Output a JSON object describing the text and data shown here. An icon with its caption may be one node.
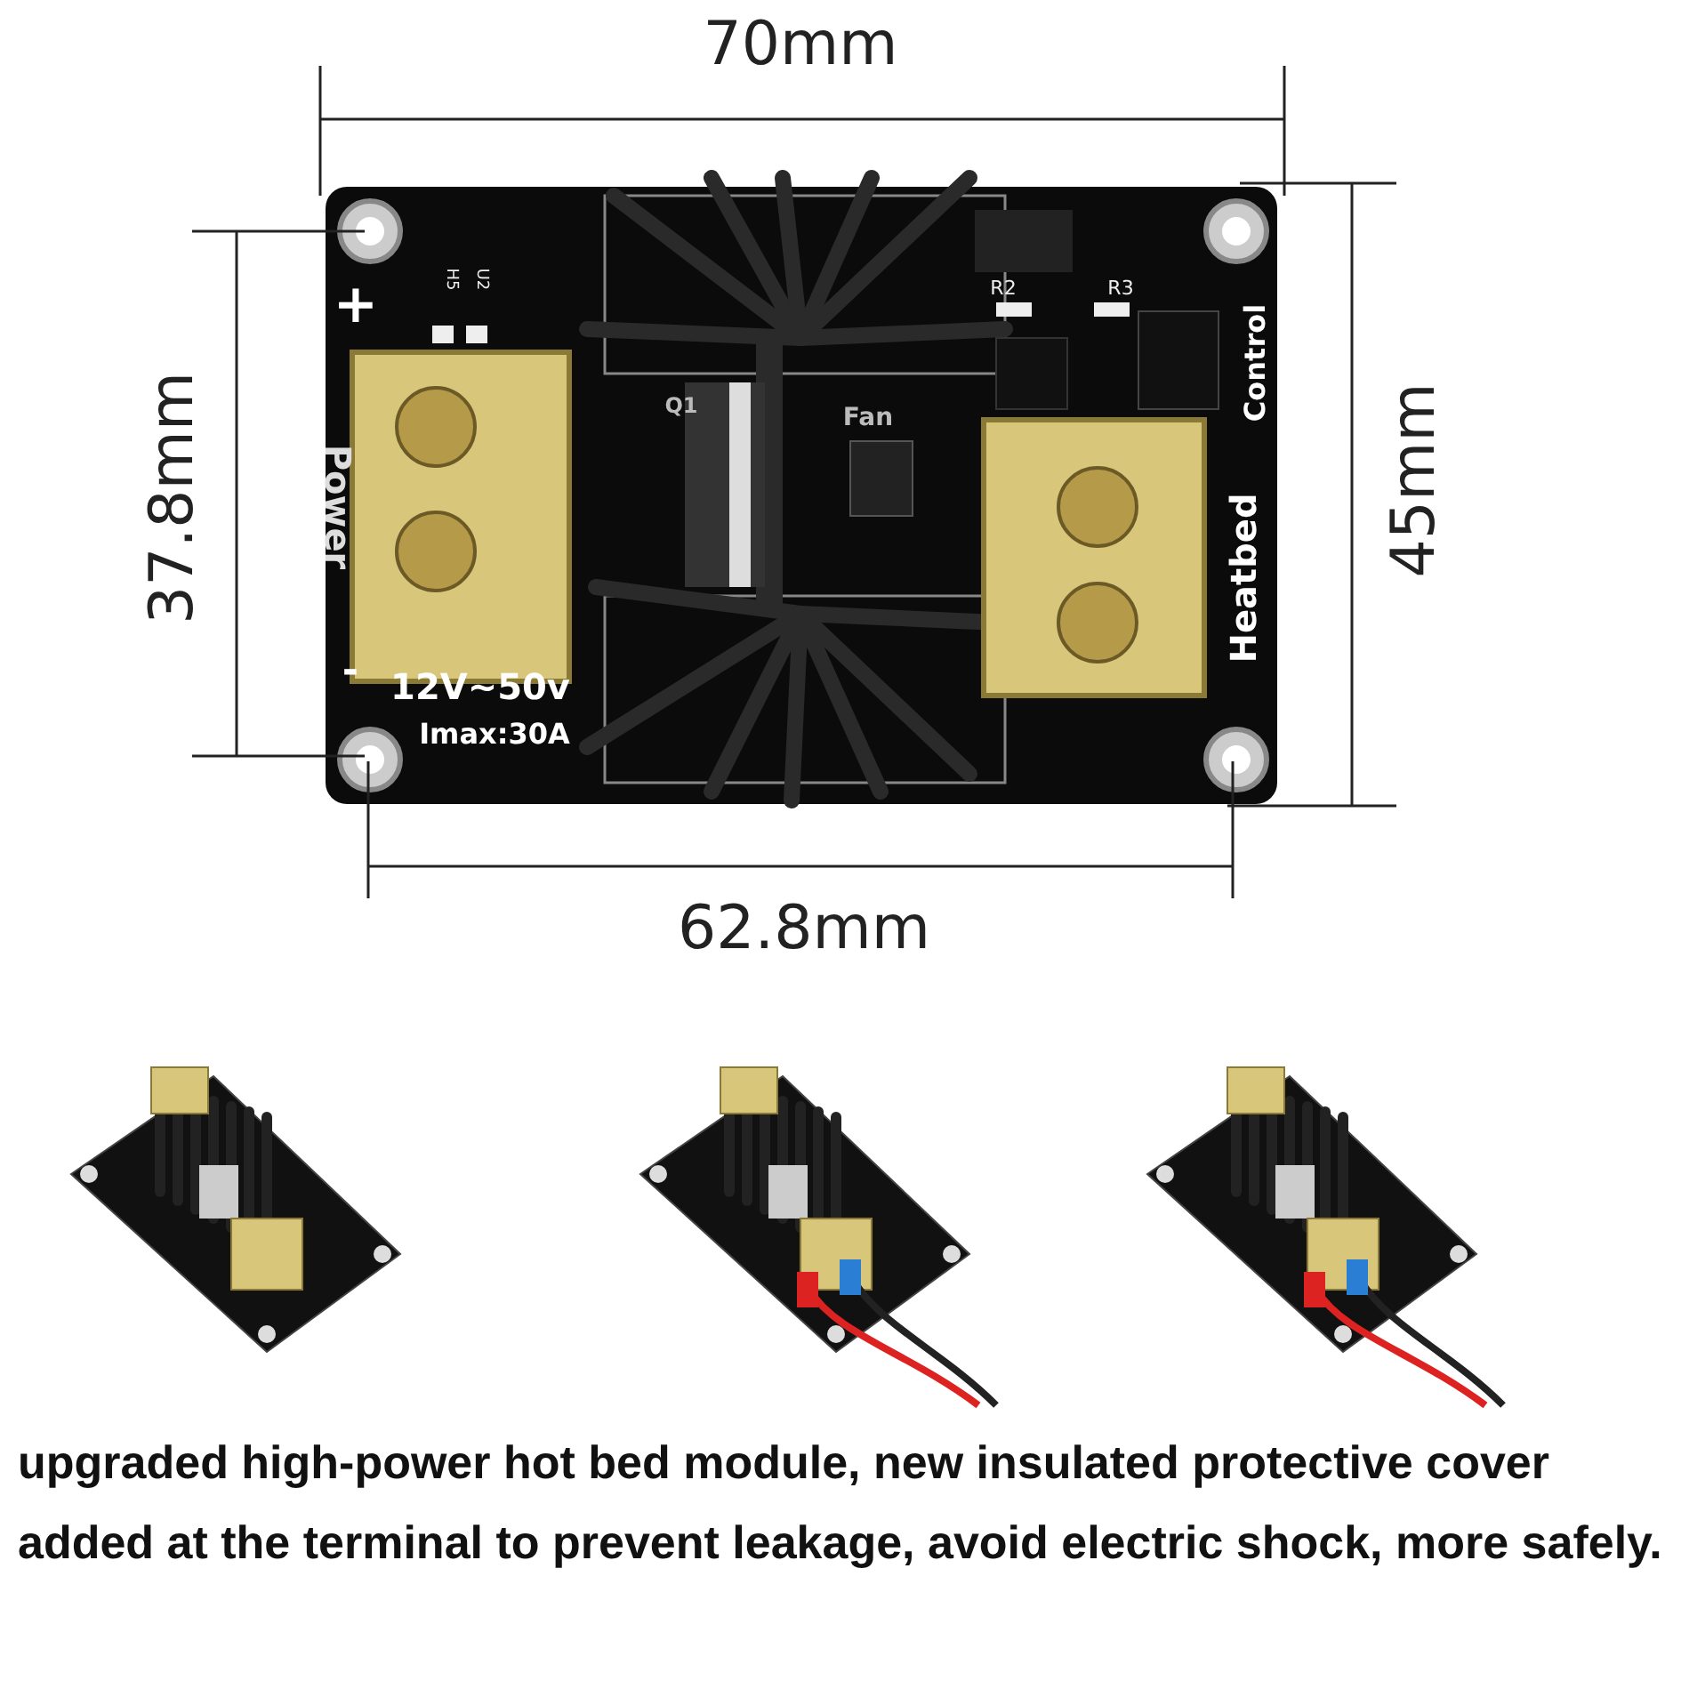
{
  "diagram": {
    "caption": "upgraded high-power hot bed module, new insulated protective cover added at the terminal to prevent leakage, avoid electric shock, more safely.",
    "labels": [
      "70mm",
      "H5",
      "U2",
      "R2",
      "R3",
      "+",
      "Q1",
      "Fan",
      "Heatbed",
      "Control",
      "Power",
      "37.8mm",
      "45mm",
      "-",
      "12V~50v",
      "Imax:30A",
      "62.8mm"
    ]
  }
}
